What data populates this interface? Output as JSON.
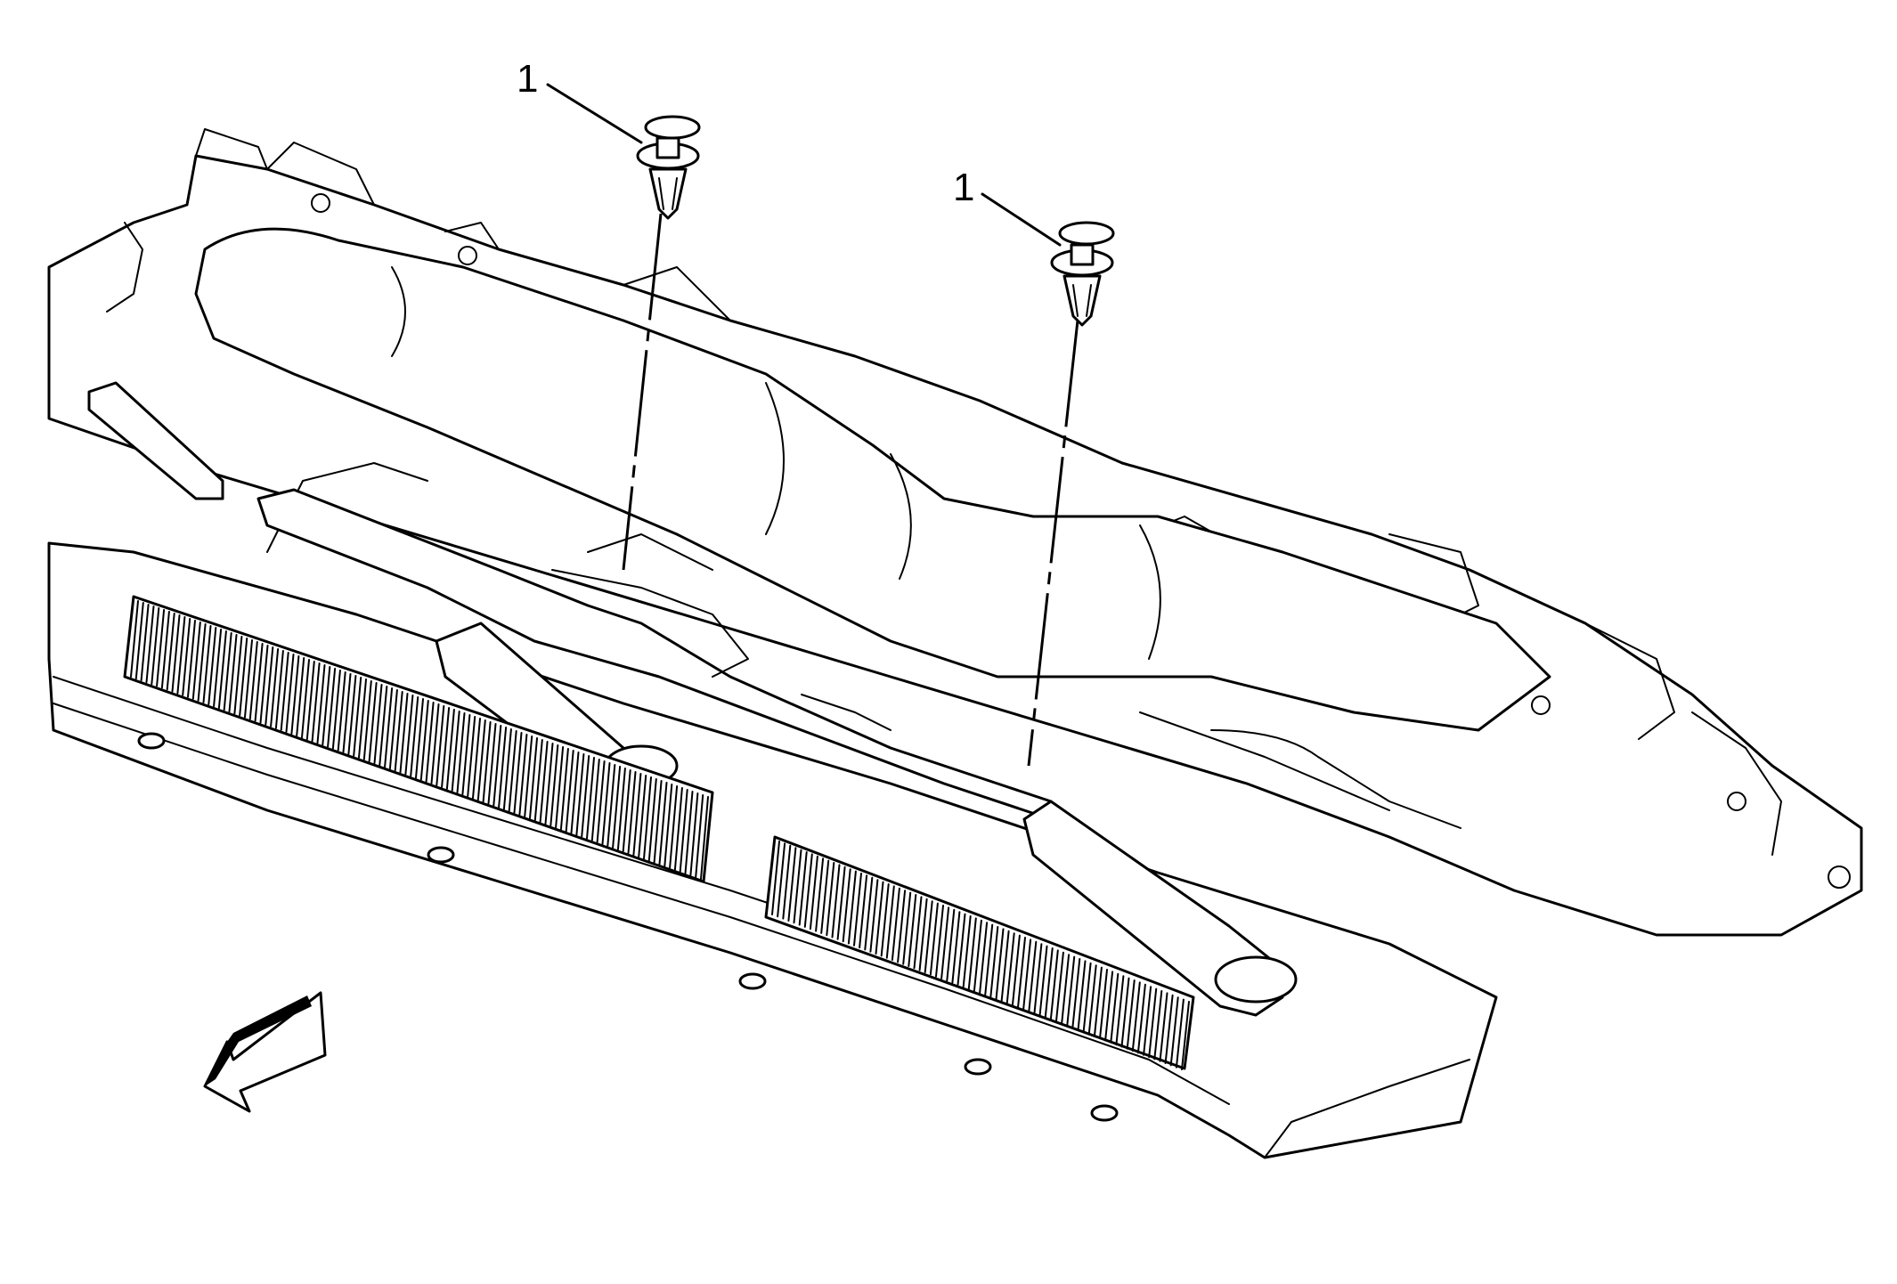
{
  "callouts": [
    {
      "id": "callout-1a",
      "label": "1"
    },
    {
      "id": "callout-1b",
      "label": "1"
    }
  ],
  "orientation_arrow": {
    "icon": "front-direction-arrow-icon"
  }
}
